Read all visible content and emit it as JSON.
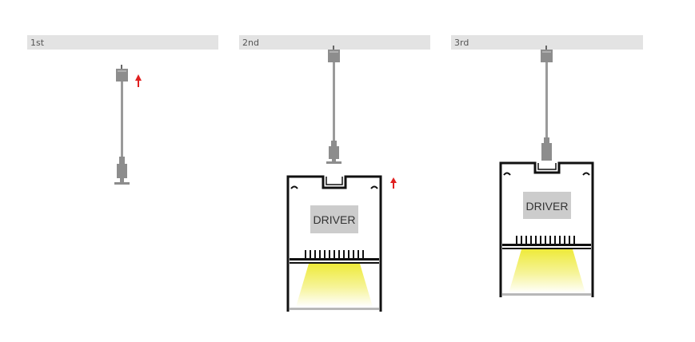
{
  "steps": [
    {
      "label": "1st"
    },
    {
      "label": "2nd"
    },
    {
      "label": "3rd"
    }
  ],
  "driver_label": "DRIVER",
  "colors": {
    "step_bar": "#e3e3e3",
    "cable": "#9a9a9a",
    "fitting": "#8a8a8a",
    "profile": "#111111",
    "driver_box": "#cccccc",
    "arrow": "#e02020",
    "light_core": "#f2f074",
    "light_edge": "#ffffff"
  },
  "icons": [
    "arrow-up-icon"
  ]
}
